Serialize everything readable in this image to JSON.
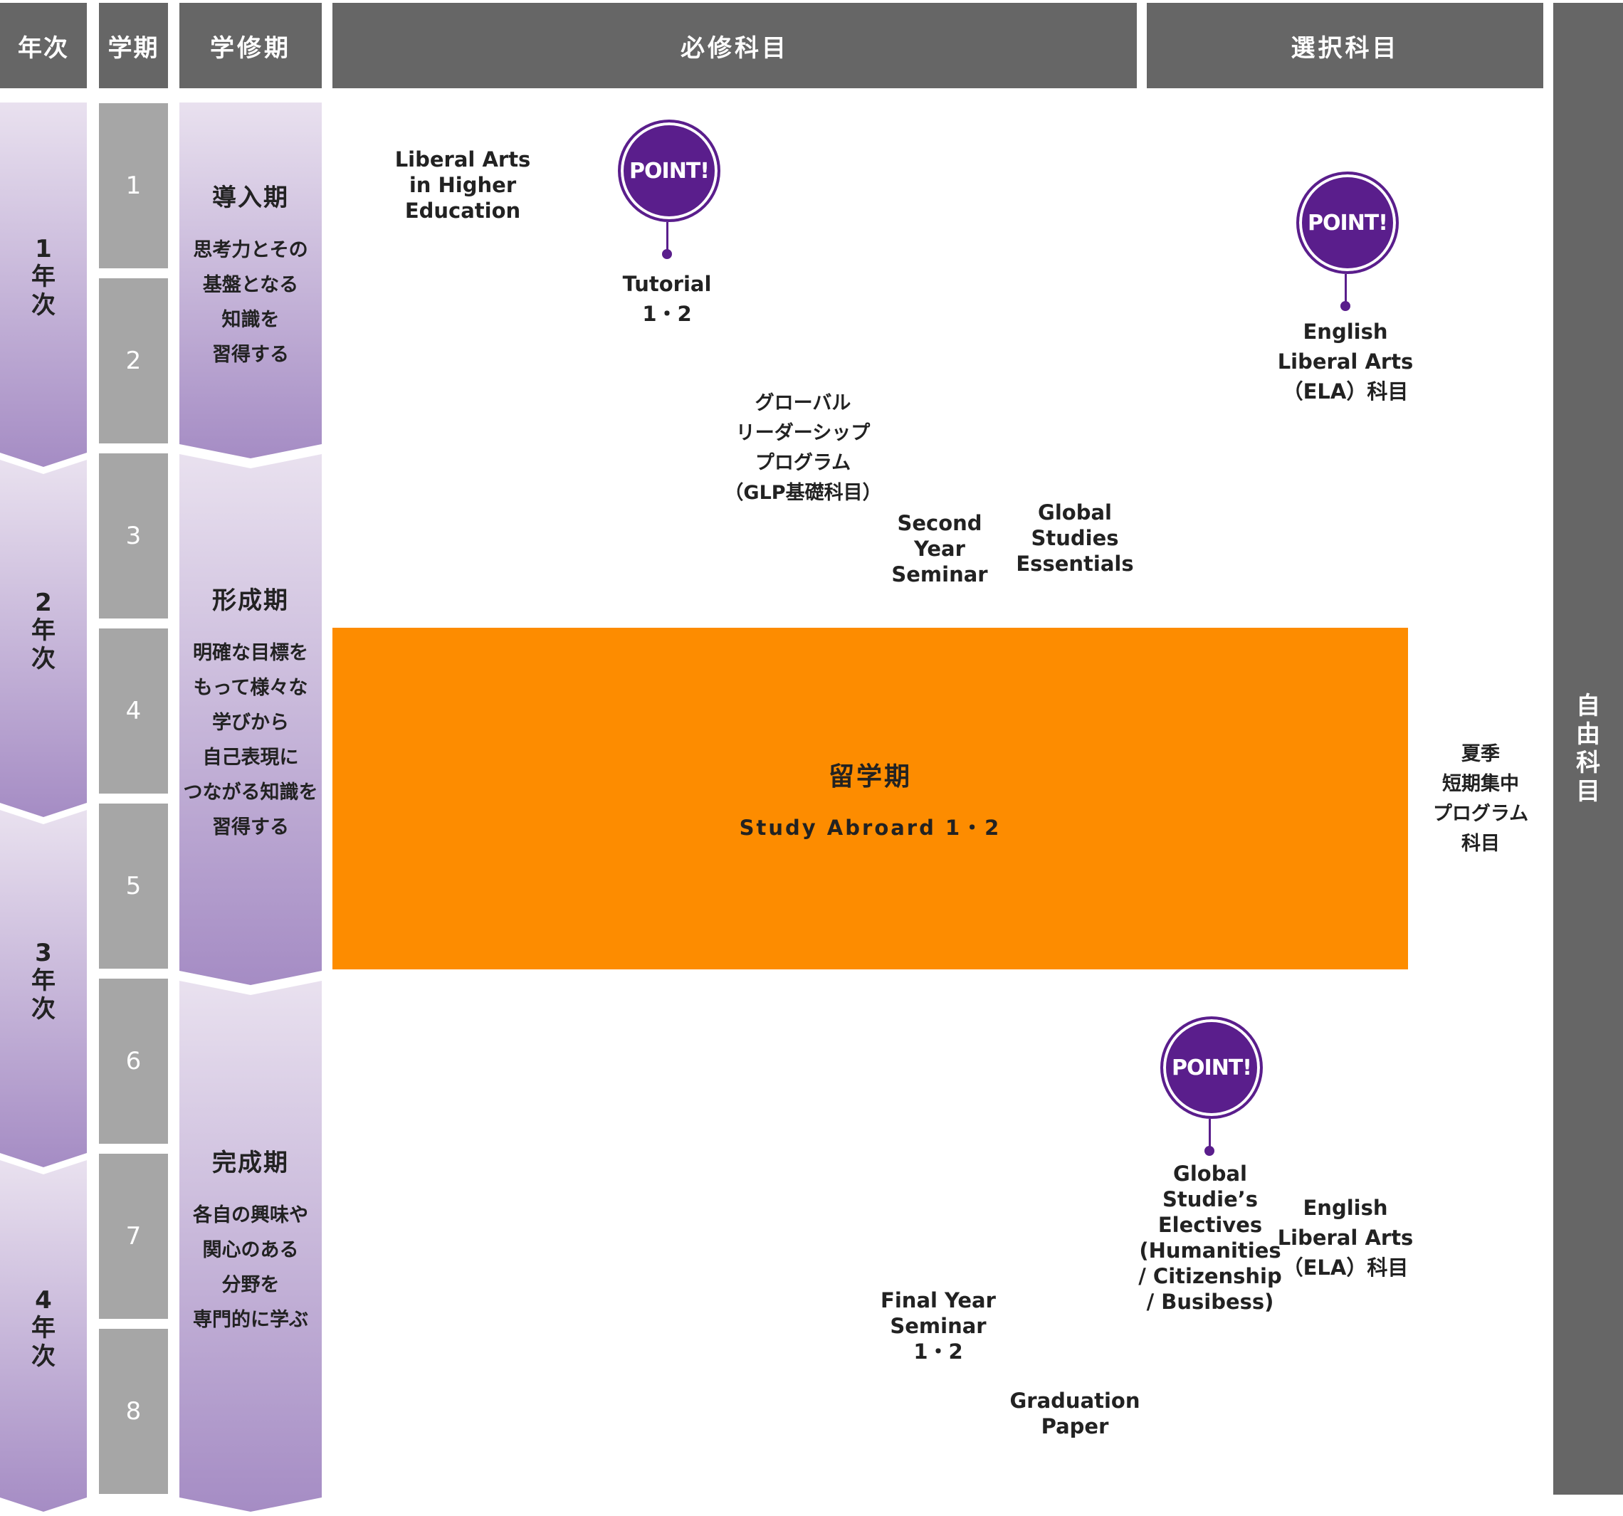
{
  "header": {
    "year": "年次",
    "semester": "学期",
    "phase": "学修期",
    "required": "必修科目",
    "elective": "選択科目"
  },
  "years": [
    {
      "num": "1",
      "suffix1": "年",
      "suffix2": "次"
    },
    {
      "num": "2",
      "suffix1": "年",
      "suffix2": "次"
    },
    {
      "num": "3",
      "suffix1": "年",
      "suffix2": "次"
    },
    {
      "num": "4",
      "suffix1": "年",
      "suffix2": "次"
    }
  ],
  "semesters": [
    "1",
    "2",
    "3",
    "4",
    "5",
    "6",
    "7",
    "8"
  ],
  "phases": [
    {
      "title": "導入期",
      "desc": "思考力とその\n基盤となる\n知識を\n習得する"
    },
    {
      "title": "形成期",
      "desc": "明確な目標を\nもって様々な\n学びから\n自己表現に\nつながる知識を\n習得する"
    },
    {
      "title": "完成期",
      "desc": "各自の興味や\n関心のある\n分野を\n専門的に学ぶ"
    }
  ],
  "point_label": "POINT!",
  "courses": {
    "liberal_arts": "Liberal Arts\nin Higher\nEducation",
    "tutorial": "Tutorial\n1・2",
    "ela_1": "English\nLiberal Arts\n（ELA）科目",
    "glp": "グローバル\nリーダーシップ\nプログラム\n（GLP基礎科目）",
    "second_year_seminar": "Second Year\nSeminar",
    "global_studies_essentials": "Global\nStudies\nEssentials",
    "summer_program": "夏季\n短期集中\nプログラム\n科目",
    "global_studies_electives": "Global\nStudie’s\nElectives\n(Humanities\n/ Citizenship\n/ Busibess)",
    "ela_2": "English\nLiberal Arts\n（ELA）科目",
    "final_year_seminar": "Final Year\nSeminar\n1・2",
    "graduation_paper": "Graduation\nPaper"
  },
  "study_abroad": {
    "title": "留学期",
    "subtitle": "Study Abroard 1・2"
  },
  "free_subjects": [
    "自",
    "由",
    "科",
    "目"
  ],
  "colors": {
    "header_gray": "#666666",
    "semester_gray": "#a6a6a6",
    "purple_light": "#e9e1ef",
    "purple_dark": "#a58cc4",
    "point_purple": "#5a1e8c",
    "abroad_orange": "#fd8c00"
  }
}
